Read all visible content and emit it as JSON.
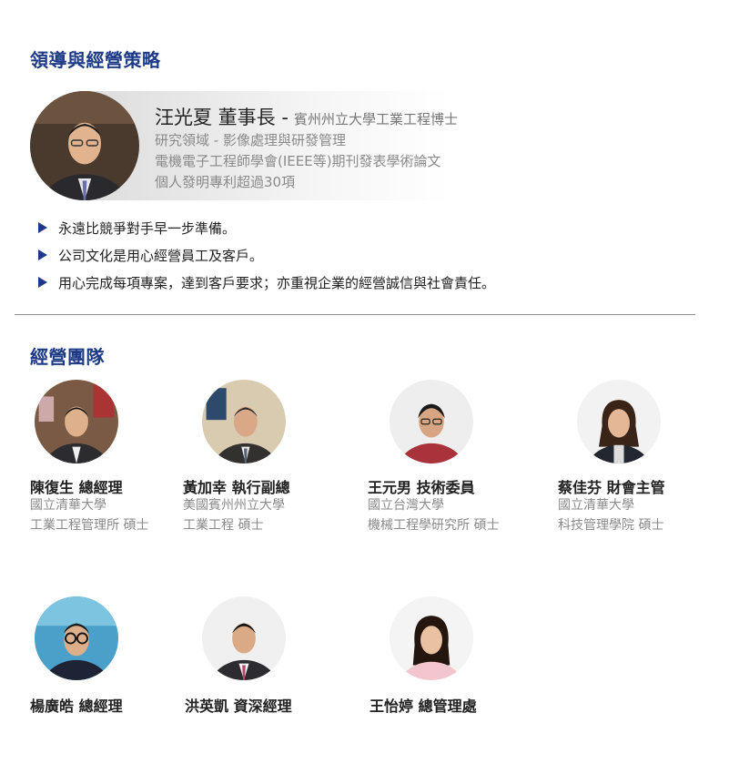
{
  "sections": {
    "leadership_title": "領導與經營策略",
    "team_title": "經營團隊"
  },
  "leader": {
    "name": "汪光夏 董事長 -",
    "degree": "賓州州立大學工業工程博士",
    "lines": [
      "研究領域 - 影像處理與研發管理",
      "電機電子工程師學會(IEEE等)期刊發表學術論文",
      "個人發明專利超過30項"
    ]
  },
  "bullets": [
    "永遠比競爭對手早一步準備。",
    "公司文化是用心經營員工及客戶。",
    "用心完成每項專案，達到客戶要求；亦重視企業的經營誠信與社會責任。"
  ],
  "team": [
    {
      "name": "陳復生 總經理",
      "line1": "國立清華大學",
      "line2": "工業工程管理所 碩士"
    },
    {
      "name": "黃加幸 執行副總",
      "line1": "美國賓州州立大學",
      "line2": "工業工程 碩士"
    },
    {
      "name": "王元男 技術委員",
      "line1": "國立台灣大學",
      "line2": "機械工程學研究所 碩士"
    },
    {
      "name": "蔡佳芬 財會主管",
      "line1": "國立清華大學",
      "line2": "科技管理學院 碩士"
    },
    {
      "name": "楊廣皓 總經理"
    },
    {
      "name": "洪英凱 資深經理"
    },
    {
      "name": "王怡婷 總管理處"
    }
  ],
  "colors": {
    "accent": "#1d3a86",
    "muted_text": "#8a8a8a"
  }
}
